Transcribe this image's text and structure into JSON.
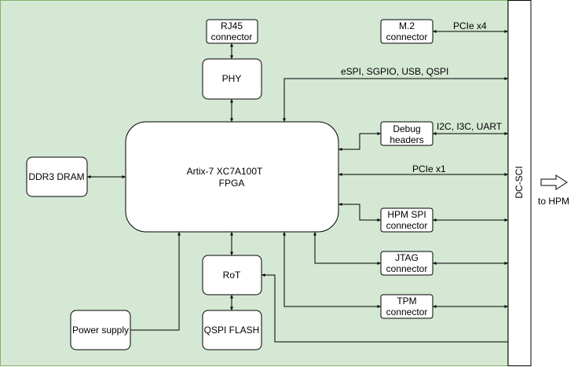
{
  "blocks": {
    "fpga": [
      "Artix-7 XC7A100T",
      "FPGA"
    ],
    "rj45": [
      "RJ45",
      "connector"
    ],
    "phy": [
      "PHY"
    ],
    "m2": [
      "M.2",
      "connector"
    ],
    "debug": [
      "Debug",
      "headers"
    ],
    "ddr3": [
      "DDR3 DRAM"
    ],
    "hpm_spi": [
      "HPM SPI",
      "connector"
    ],
    "jtag": [
      "JTAG",
      "connector"
    ],
    "rot": [
      "RoT"
    ],
    "tpm": [
      "TPM",
      "connector"
    ],
    "qspi_flash": [
      "QSPI FLASH"
    ],
    "power": [
      "Power supply"
    ],
    "dc_sci": [
      "DC-SCI"
    ]
  },
  "edge_labels": {
    "pcie_x4": "PCIe x4",
    "espi": "eSPI, SGPIO, USB, QSPI",
    "i2c": "I2C, I3C, UART",
    "pcie_x1": "PCIe x1"
  },
  "outside": {
    "to_hpm": "to HPM"
  },
  "colors": {
    "board_fill": "#d5e8d4",
    "line": "#000000",
    "block_fill": "#ffffff"
  }
}
